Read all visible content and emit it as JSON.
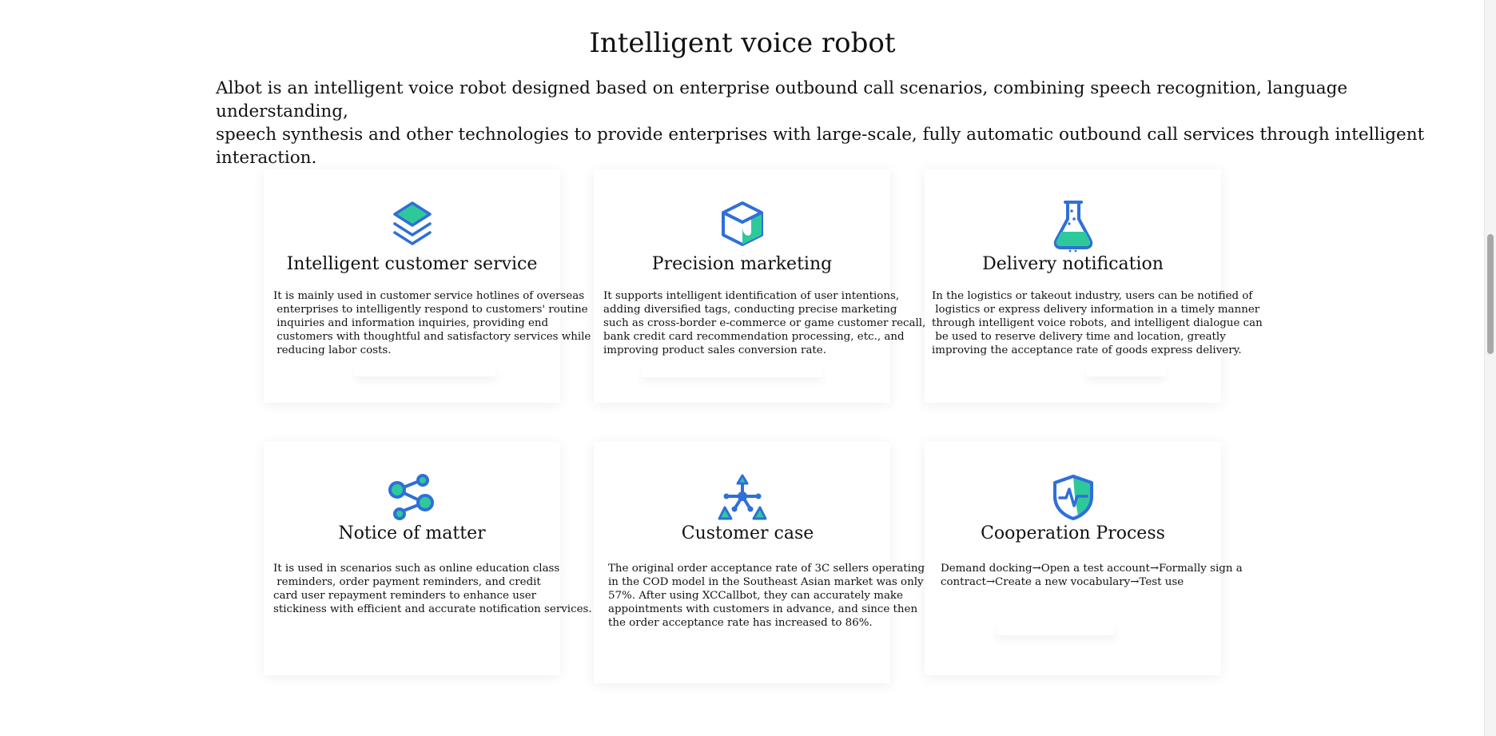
{
  "section": {
    "title": "Intelligent voice robot",
    "intro_line1": "Albot is an intelligent voice robot designed based on enterprise outbound call scenarios, combining speech recognition, language understanding,",
    "intro_line2": "speech synthesis and other technologies to provide enterprises with large-scale, fully automatic outbound call services through intelligent interaction."
  },
  "cards": [
    {
      "icon": "layers-icon",
      "title": "Intelligent customer service",
      "lines": [
        "It is mainly used in customer service hotlines of overseas",
        " enterprises to intelligently respond to customers' routine",
        " inquiries and information inquiries, providing end",
        " customers with thoughtful and satisfactory services while",
        " reducing labor costs."
      ]
    },
    {
      "icon": "box-icon",
      "title": "Precision marketing",
      "lines": [
        "It supports intelligent identification of user intentions,",
        "adding diversified tags, conducting precise marketing",
        "such as cross-border e-commerce or game customer recall,",
        "bank credit card recommendation processing, etc., and",
        "improving product sales conversion rate."
      ]
    },
    {
      "icon": "flask-icon",
      "title": "Delivery notification",
      "lines": [
        "In the logistics or takeout industry, users can be notified of",
        " logistics or express delivery information in a timely manner",
        "through intelligent voice robots, and intelligent dialogue can",
        " be used to reserve delivery time and location, greatly",
        "improving the acceptance rate of goods express delivery."
      ]
    },
    {
      "icon": "share-nodes-icon",
      "title": "Notice of matter",
      "lines": [
        "It is used in scenarios such as online education class",
        " reminders, order payment reminders, and credit",
        "card user repayment reminders to enhance user",
        "stickiness with efficient and accurate notification services."
      ]
    },
    {
      "icon": "network-triangle-icon",
      "title": "Customer case",
      "lines": [
        "The original order acceptance rate of 3C sellers operating",
        "in the COD model in the Southeast Asian market was only",
        "57%. After using XCCallbot, they can accurately make",
        "appointments with customers in advance, and since then",
        "the order acceptance rate has increased to 86%."
      ]
    },
    {
      "icon": "shield-pulse-icon",
      "title": "Cooperation Process",
      "lines": [
        "Demand docking→Open a test account→Formally sign a",
        "contract→Create a new vocabulary→Test use"
      ]
    }
  ],
  "colors": {
    "icon_blue": "#2f6fd8",
    "icon_green": "#2ec99a"
  }
}
